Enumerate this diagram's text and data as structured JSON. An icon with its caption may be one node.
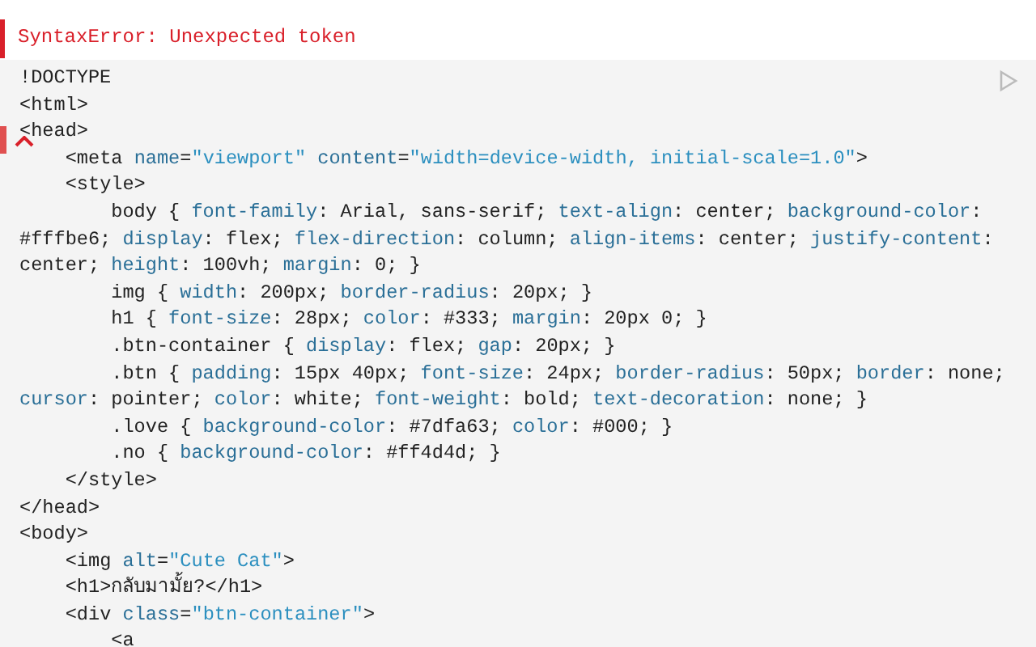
{
  "diagram": {
    "title": "SyntaxError: Unexpected token",
    "labels": [
      "!DOCTYPE",
      "<html>",
      "<head>",
      "    <meta name=\"viewport\" content=\"width=device-width, initial-scale=1.0\">",
      "    <style>",
      "        body { font-family: Arial, sans-serif; text-align: center; background-color: #fffbe6; display: flex; flex-direction: column; align-items: center; justify-content: center; height: 100vh; margin: 0; }",
      "        img { width: 200px; border-radius: 20px; }",
      "        h1 { font-size: 28px; color: #333; margin: 20px 0; }",
      "        .btn-container { display: flex; gap: 20px; }",
      "        .btn { padding: 15px 40px; font-size: 24px; border-radius: 50px; border: none; cursor: pointer; color: white; font-weight: bold; text-decoration: none; }",
      "        .love { background-color: #7dfa63; color: #000; }",
      "        .no { background-color: #ff4d4d; }",
      "    </style>",
      "</head>",
      "<body>",
      "    <img alt=\"Cute Cat\">",
      "    <h1>กลับมามั้ย?</h1>",
      "    <div class=\"btn-container\">",
      "        <a"
    ]
  }
}
